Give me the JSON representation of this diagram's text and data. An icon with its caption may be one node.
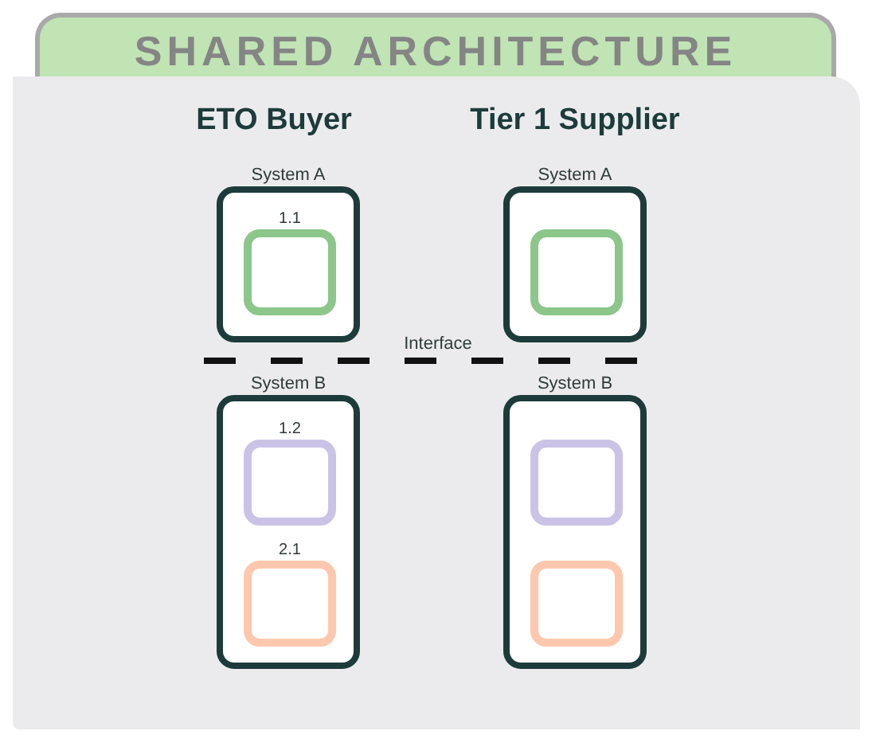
{
  "diagram": {
    "title": "SHARED ARCHITECTURE",
    "nodes": [
      {
        "text": [
          "System A"
        ]
      },
      {
        "text": [
          "1.1"
        ],
        "in": 0
      },
      {
        "text": [
          "System A"
        ]
      },
      {
        "text": [],
        "shape": "box",
        "in": 2
      },
      {
        "text": [
          "System B"
        ]
      },
      {
        "text": [
          "1.2"
        ],
        "in": 4
      },
      {
        "text": [
          "2.1"
        ],
        "in": 4
      },
      {
        "text": [
          "System B"
        ]
      },
      {
        "text": [],
        "shape": "box",
        "in": 7
      },
      {
        "text": [],
        "shape": "box",
        "in": 7
      }
    ],
    "edges": [],
    "labels": [
      "ETO Buyer",
      "Tier 1 Supplier",
      "Interface"
    ]
  }
}
